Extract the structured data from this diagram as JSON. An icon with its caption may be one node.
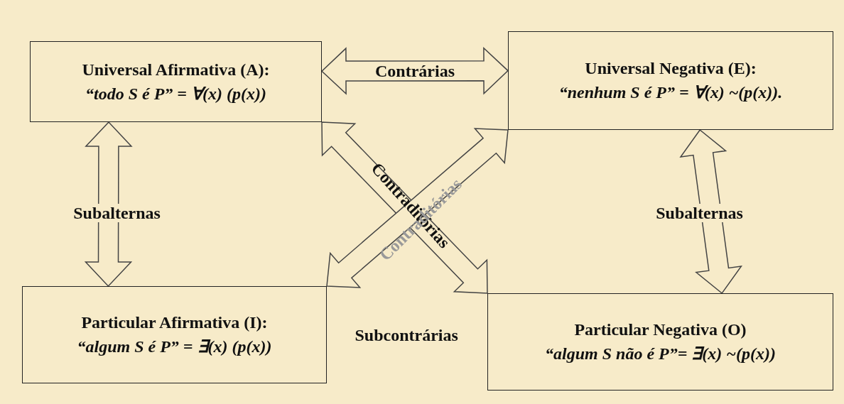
{
  "diagram": {
    "nodes": [
      {
        "text": [
          "Universal Afirmativa (A):",
          "“todo S é P” = ∀(x) (p(x))"
        ]
      },
      {
        "text": [
          "Universal Negativa (E):",
          "“nenhum S é P” = ∀(x) ~(p(x))."
        ]
      },
      {
        "text": [
          "Particular Afirmativa (I):",
          "“algum S é P” = ∃(x) (p(x))"
        ]
      },
      {
        "text": [
          "Particular Negativa (O)",
          "“algum S não é P”= ∃(x) ~(p(x))"
        ]
      }
    ],
    "edges": [
      {
        "from": 0,
        "to": 1,
        "arrow": "both",
        "label": "Contrárias"
      },
      {
        "from": 0,
        "to": 2,
        "arrow": "both",
        "label": "Subalternas"
      },
      {
        "from": 1,
        "to": 3,
        "arrow": "both",
        "label": "Subalternas"
      },
      {
        "from": 0,
        "to": 3,
        "arrow": "both",
        "label": "Contraditórias"
      },
      {
        "from": 2,
        "to": 1,
        "arrow": "both",
        "label": "Contraditórias"
      }
    ],
    "labels": [
      "Subcontrárias"
    ]
  }
}
